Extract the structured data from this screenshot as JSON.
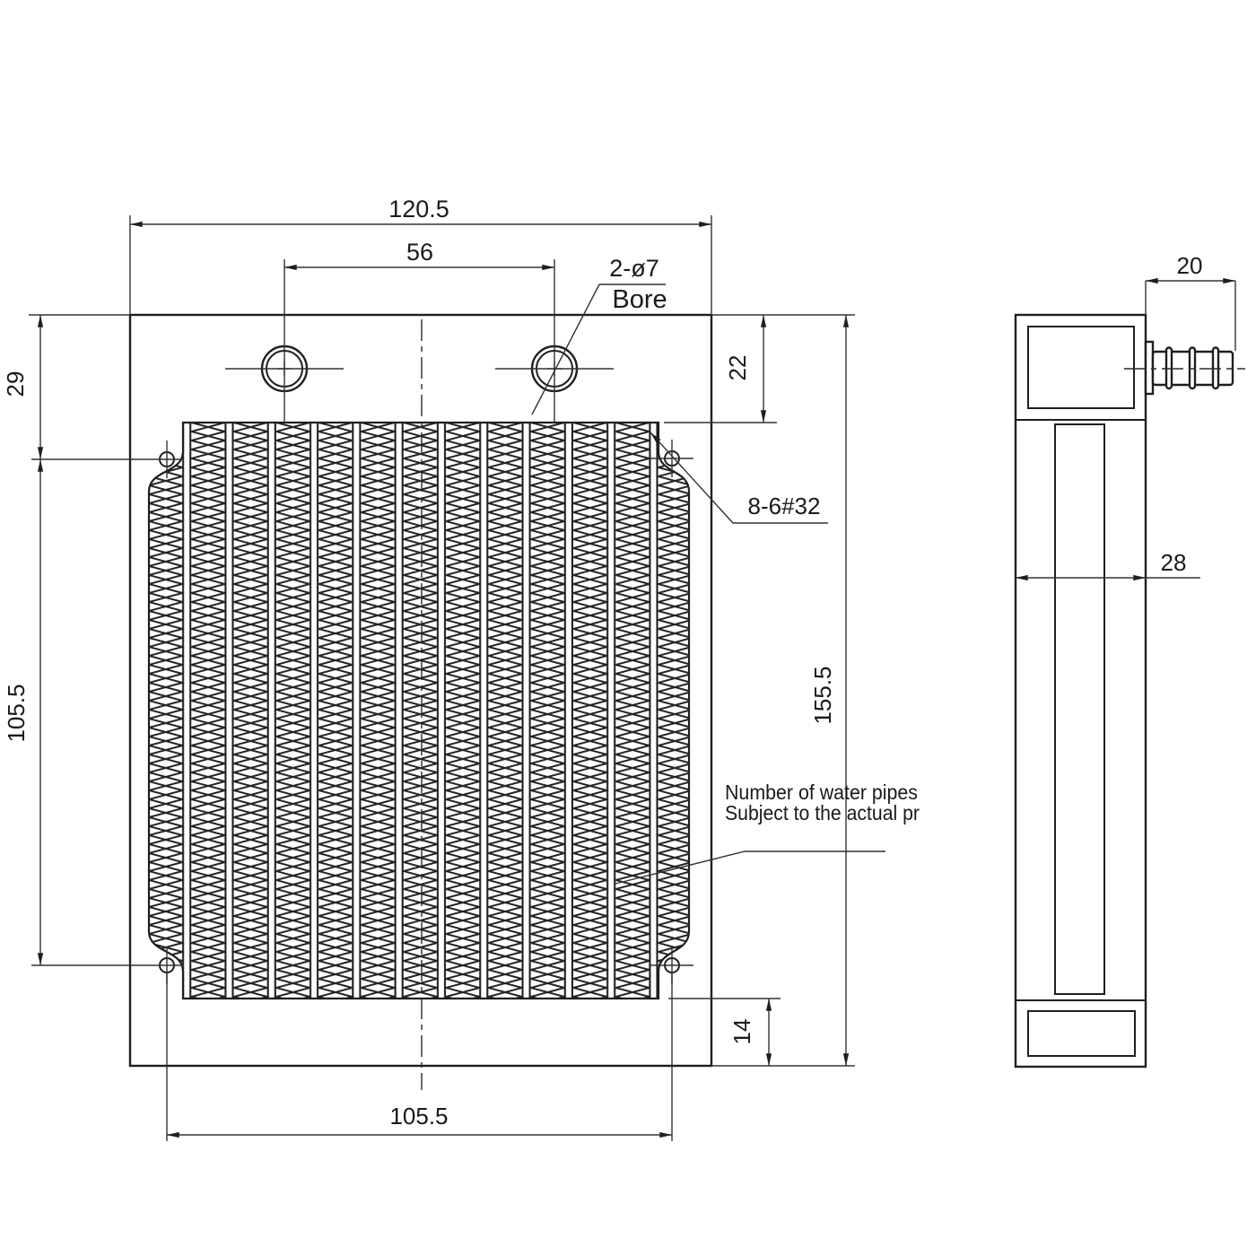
{
  "front_view": {
    "dim_overall_width": "120.5",
    "dim_port_spacing": "56",
    "port_callout": "2-ø7",
    "port_callout_label": "Bore",
    "dim_top_edge_to_core": "22",
    "dim_top_edge_to_screw": "29",
    "dim_screw_spacing_vertical": "105.5",
    "dim_overall_height": "155.5",
    "screw_callout": "8-6#32",
    "dim_core_bottom_to_edge": "14",
    "dim_screw_spacing_horizontal": "105.5"
  },
  "side_view": {
    "dim_fitting_length": "20",
    "dim_body_depth": "28"
  },
  "note": {
    "line1": "Number of water pipes",
    "line2": "Subject to the actual pr"
  },
  "colors": {
    "object_line": "#1f1f1f",
    "thin_line": "#333333",
    "background": "#ffffff"
  }
}
